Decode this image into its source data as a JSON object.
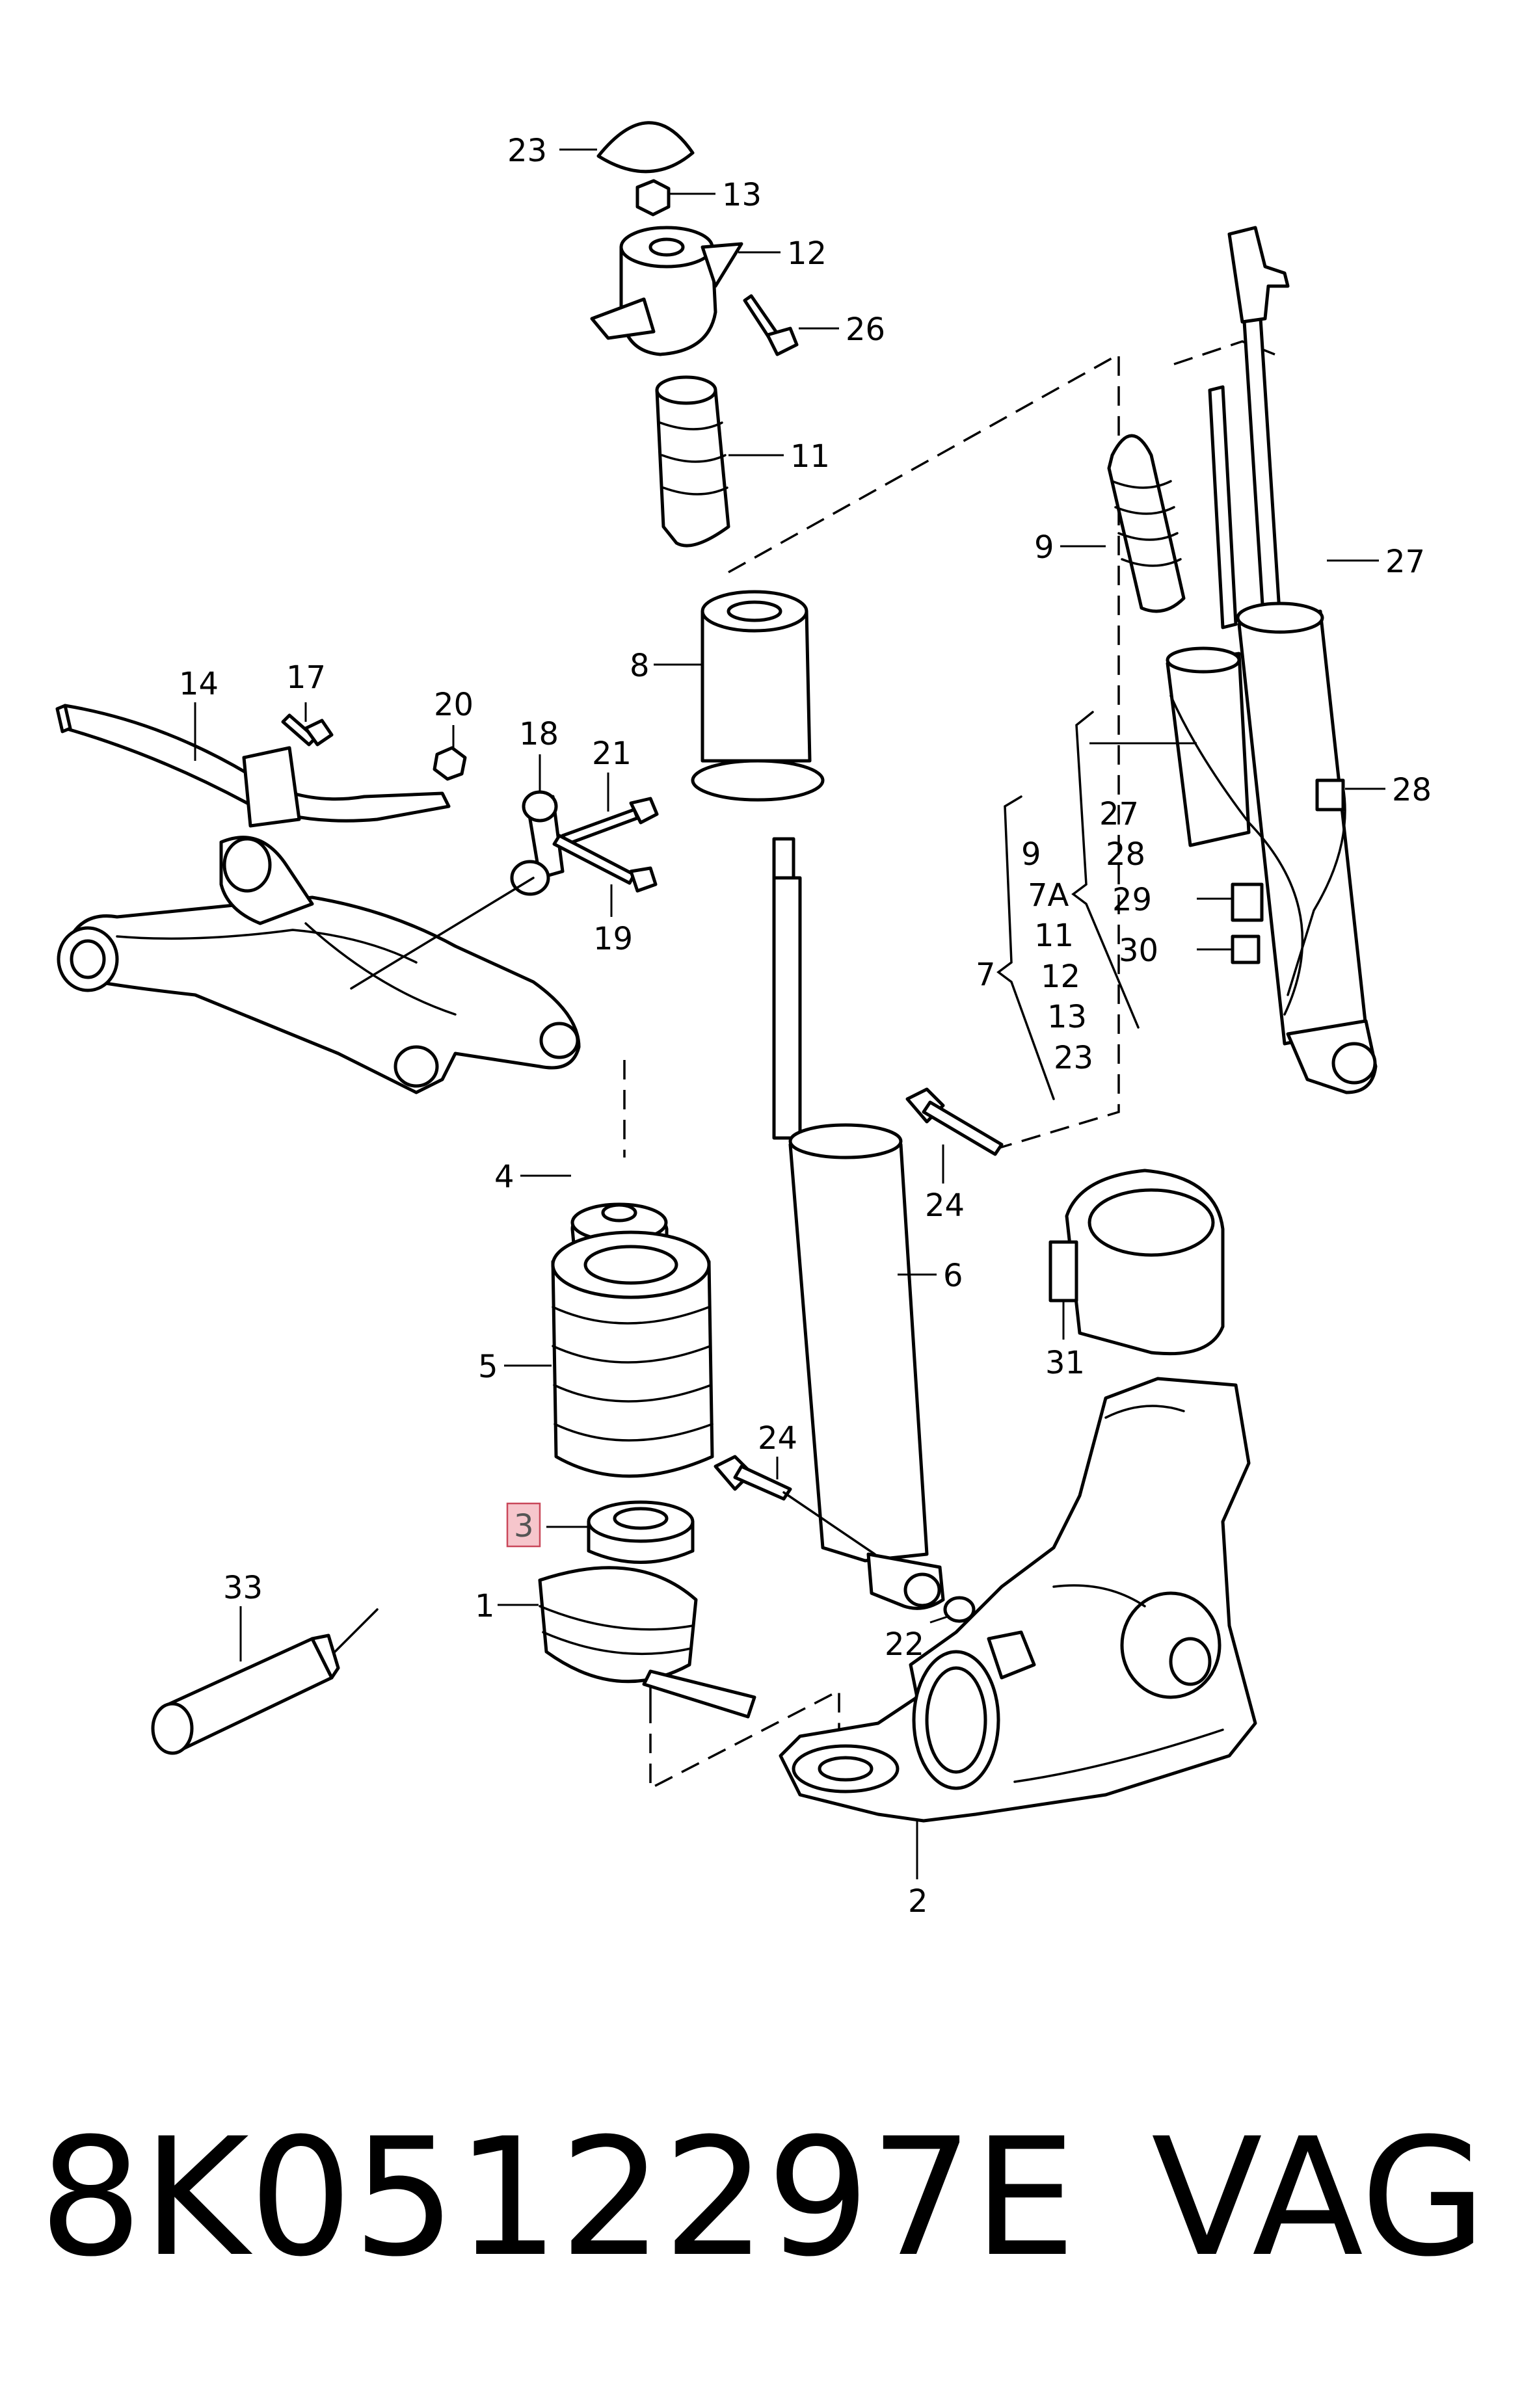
{
  "footer": {
    "part_number": "8K0512297E",
    "brand": "VAG"
  },
  "highlight_color": "#f6c6cc",
  "callouts": {
    "c1": "1",
    "c2": "2",
    "c3": "3",
    "c4": "4",
    "c5": "5",
    "c6": "6",
    "c7": "7",
    "c8": "8",
    "c9": "9",
    "c11": "11",
    "c12": "12",
    "c13": "13",
    "c14": "14",
    "c17": "17",
    "c18": "18",
    "c19": "19",
    "c20": "20",
    "c21": "21",
    "c22": "22",
    "c23": "23",
    "c24a": "24",
    "c24b": "24",
    "c26": "26",
    "c27": "27",
    "c28": "28",
    "c29": "29",
    "c30": "30",
    "c31": "31",
    "c33": "33",
    "c9b": "9"
  },
  "group_list_outer": [
    "9",
    "7A",
    "11",
    "12",
    "13",
    "23"
  ],
  "group_list_outer_label": "7",
  "group_list_inner": [
    "27",
    "28",
    "29",
    "30"
  ]
}
